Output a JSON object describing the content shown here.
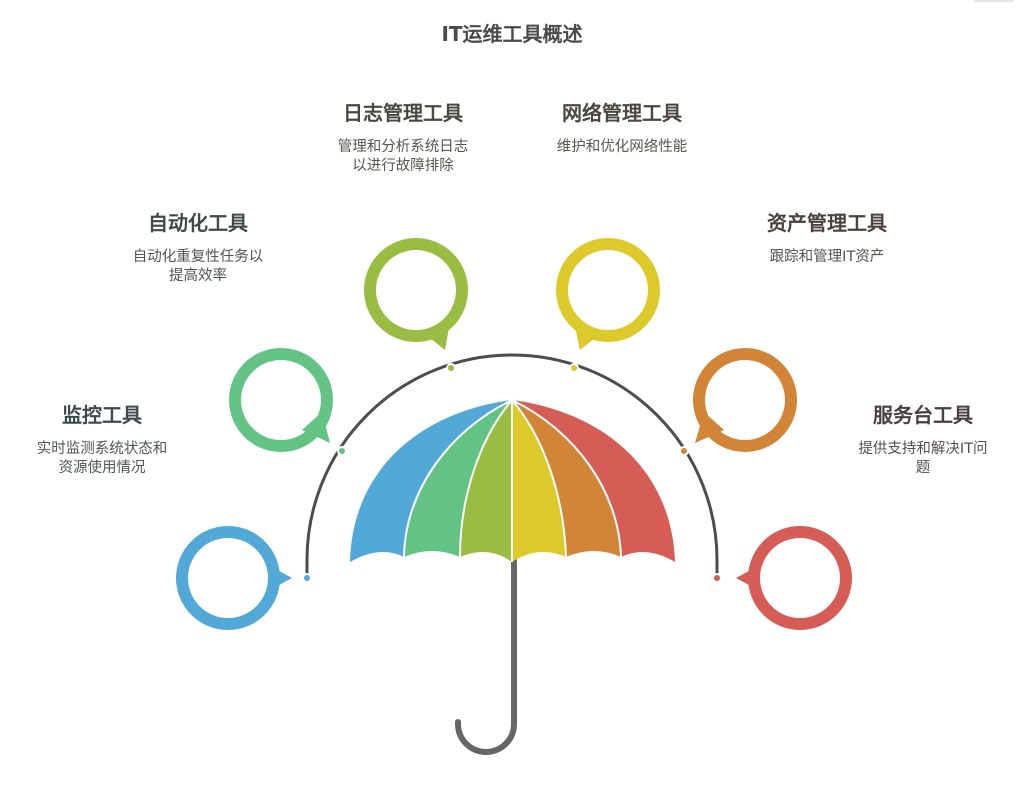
{
  "title": "IT运维工具概述",
  "colors": {
    "blue": "#52a9d8",
    "green": "#62c385",
    "olive": "#99bc42",
    "yellow": "#dcc92a",
    "orange": "#d28537",
    "red": "#d65d55",
    "arc": "#4d4d4d",
    "handle": "#666666"
  },
  "tools": [
    {
      "id": "monitoring",
      "title": "监控工具",
      "desc_lines": [
        "实时监测系统状态和",
        "资源使用情况"
      ],
      "color": "#52a9d8"
    },
    {
      "id": "automation",
      "title": "自动化工具",
      "desc_lines": [
        "自动化重复性任务以",
        "提高效率"
      ],
      "color": "#62c385"
    },
    {
      "id": "log-management",
      "title": "日志管理工具",
      "desc_lines": [
        "管理和分析系统日志",
        "以进行故障排除"
      ],
      "color": "#99bc42"
    },
    {
      "id": "network-management",
      "title": "网络管理工具",
      "desc_lines": [
        "维护和优化网络性能"
      ],
      "color": "#dcc92a"
    },
    {
      "id": "asset-management",
      "title": "资产管理工具",
      "desc_lines": [
        "跟踪和管理IT资产"
      ],
      "color": "#d28537"
    },
    {
      "id": "service-desk",
      "title": "服务台工具",
      "desc_lines": [
        "提供支持和解决IT问",
        "题"
      ],
      "color": "#d65d55"
    }
  ]
}
